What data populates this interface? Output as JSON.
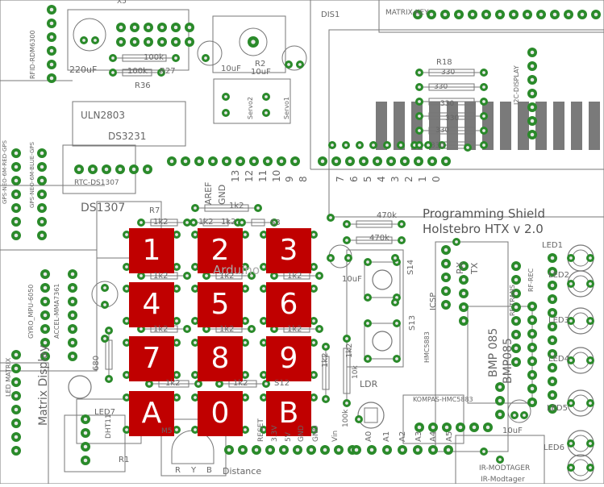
{
  "board": {
    "title": "Programming Shield",
    "subtitle": "Holstebro HTX v 2.0"
  },
  "keypad": [
    "1",
    "2",
    "3",
    "4",
    "5",
    "6",
    "7",
    "8",
    "9",
    "A",
    "0",
    "B"
  ],
  "labels": {
    "xs": "X5",
    "dis1": "DIS1",
    "matrix_key": "MATRIX-KEY",
    "rfid": "RFID-RDM6300",
    "cap1": "220uF",
    "uln": "ULN2803",
    "ds1": "DS3231",
    "r_100k_a": "100k",
    "r_100k_b": "100k",
    "r36": "R36",
    "r27": "R27",
    "cap2": "10uF",
    "r2": "R2",
    "cap3": "10uF",
    "servo2": "Servo2",
    "servo1": "Servo1",
    "r18": "R18",
    "r330": [
      "330",
      "330",
      "330",
      "330",
      "330",
      "330"
    ],
    "i2c_display": "I2C-DISPLAY",
    "gps1": "GPS-NEO-6M-RED-GPS",
    "gps2": "GPS-NEO-6M-BLUE-GPS",
    "rtc": "RTC-DS1307",
    "ds1307": "DS1307",
    "aref": "AREF",
    "gnd": "GND",
    "pins_top": [
      "13",
      "12",
      "11",
      "10",
      "9",
      "8",
      "7",
      "6",
      "5",
      "4",
      "3",
      "2",
      "1",
      "0"
    ],
    "r7": "R7",
    "s3": "S3",
    "r470k_a": "470k",
    "r470k_b": "470k",
    "r1k2": [
      "1k2",
      "1k2",
      "1k2",
      "1k2",
      "1k2",
      "1k2",
      "1k2",
      "1k2",
      "1k2",
      "1k2",
      "1k2",
      "1k2",
      "1k2",
      "1k2"
    ],
    "arduino": "Arduino",
    "cap4": "10uF",
    "s14": "S14",
    "s13": "S13",
    "icsp": "ICSP",
    "rx": "RX",
    "tx": "TX",
    "gyro": "GYRO_MPU-6050",
    "accel": "ACCEL-MMA7361",
    "matrix_display": "Matrix Display",
    "led_matrix": "LED MATRIX",
    "r680": "680",
    "s12": "S12",
    "led7": "LED7",
    "dht11": "DHT11",
    "m5": "M5",
    "r1": "R1",
    "ryb": [
      "R",
      "Y",
      "B"
    ],
    "distance": "Distance",
    "reset": "RESET",
    "v3": "3.3V",
    "v5": "5V",
    "gnd2": "GND",
    "gnd3": "GND",
    "vin": "Vin",
    "ldr": "LDR",
    "r10k": "10k",
    "r100k": "100k",
    "a0": "A0",
    "a1": "A1",
    "a2": "A2",
    "a3": "A3",
    "a4": "A4",
    "a5": "A5",
    "kompas": "KOMPAS-HMC5883",
    "hmc": "HMC5883",
    "bmp": "BMP 085",
    "bmp2": "BMP085",
    "pi_trans": "RF-TRANS",
    "rf_rec": "RF-REC",
    "led1": "LED1",
    "led2": "LED2",
    "led3": "LED3",
    "led4": "LED4",
    "led5": "LED5",
    "led6": "LED6",
    "cap5": "10uF",
    "ir1": "IR-MODTAGER",
    "ir2": "IR-Modtager"
  },
  "colors": {
    "pad": "#2a8a2a",
    "pad_hole": "#e8e8e8",
    "outline": "#777777",
    "trace": "#9a9a9a",
    "key": "#c00000",
    "text": "#666666",
    "dark_block": "#7a7a7a"
  }
}
